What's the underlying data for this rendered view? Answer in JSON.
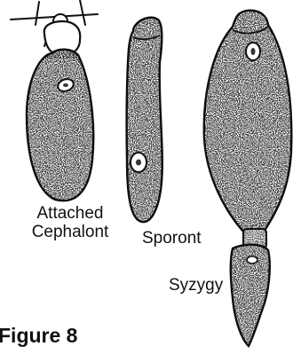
{
  "figure": {
    "title": "Figure 8",
    "labels": {
      "cephalont_line1": "Attached",
      "cephalont_line2": "Cephalont",
      "sporont": "Sporont",
      "syzygy": "Syzygy"
    },
    "colors": {
      "ink": "#111111",
      "background": "#ffffff"
    }
  }
}
